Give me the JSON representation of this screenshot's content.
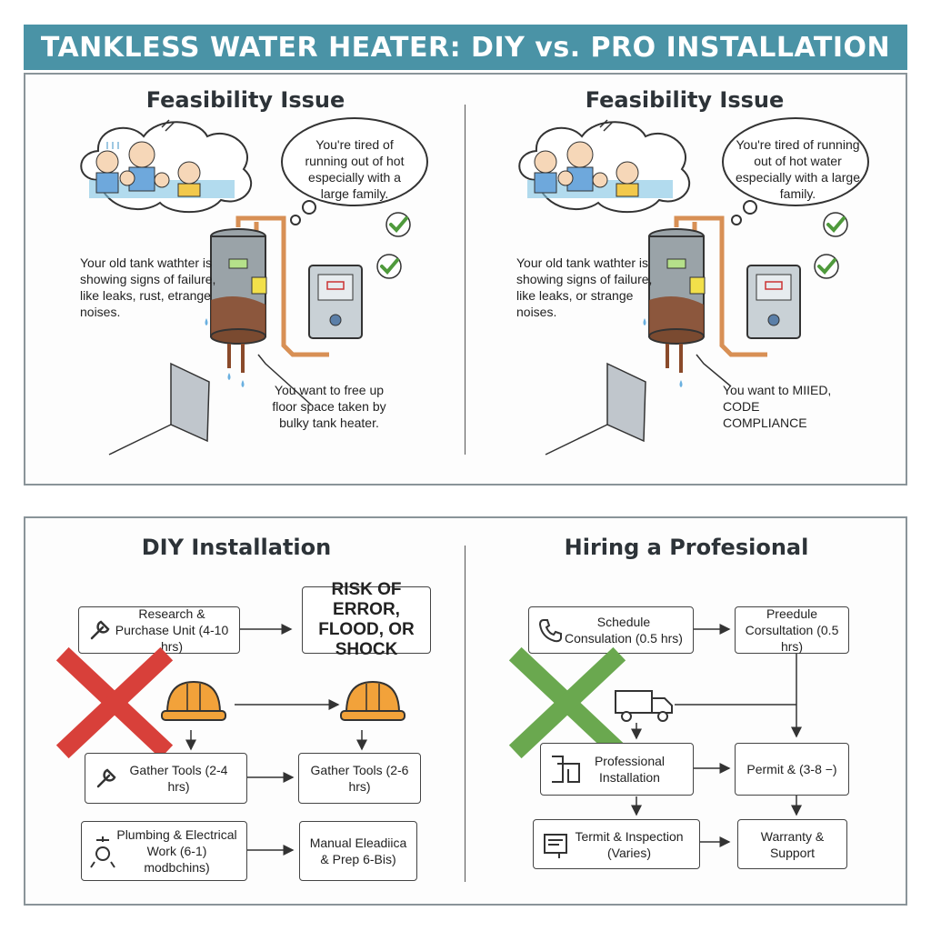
{
  "title": "TANKLESS WATER HEATER: DIY vs. PRO INSTALLATION",
  "colors": {
    "banner": "#4a93a6",
    "check": "#4f9a3c",
    "cross_red": "#d8403a",
    "cross_green": "#6aa84f",
    "hardhat": "#f2a23a",
    "pipe": "#d89055"
  },
  "top_left": {
    "heading": "Feasibility Issue",
    "cloud_text": "You're tired of running out of hot especially with a large family.",
    "left_note": "Your old tank wathter is showing signs of failure, like leaks, rust,  etrange noises.",
    "bottom_note": "You want to free up floor space taken by bulky tank heater."
  },
  "top_right": {
    "heading": "Feasibility Issue",
    "cloud_text": "You're tired of running out of hot water especially with a large family.",
    "left_note": "Your old tank wathter is showing signs of failure, like leaks, or strange noises.",
    "bottom_note": "You want to MIIED, CODE COMPLIANCE"
  },
  "diy": {
    "heading": "DIY Installation",
    "research": "Research & Purchase Unit (4-10 hrs)",
    "risk": "RISK OF ERROR, FLOOD, OR SHOCK",
    "gather_left": "Gather Tools (2-4 hrs)",
    "gather_right": "Gather Tools (2-6 hrs)",
    "plumbing": "Plumbing & Electrical Work (6-1) modbchins)",
    "manual": "Manual Eleadiica & Prep 6-Bis)"
  },
  "pro": {
    "heading": "Hiring a Profesional",
    "schedule": "Schedule Consulation (0.5 hrs)",
    "predule": "Preedule Corsultation (0.5 hrs)",
    "install": "Professional Installation",
    "permit": "Permit & (3-8 −)",
    "termit": "Termit & Inspection (Varies)",
    "warranty": "Warranty & Support"
  }
}
